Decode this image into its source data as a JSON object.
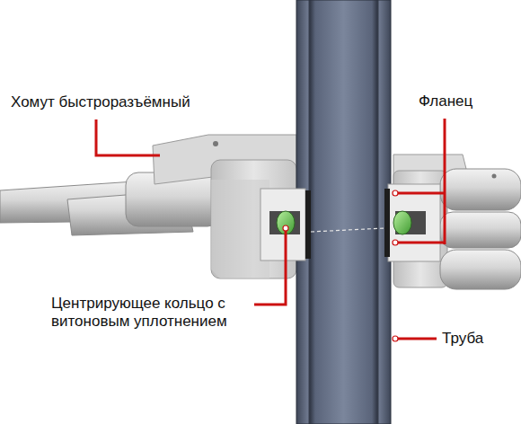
{
  "diagram": {
    "labels": [
      "Хомут быстроразъёмный",
      "Фланец",
      "Центрирующее кольцо с витоновым уплотнением",
      "Труба"
    ]
  }
}
